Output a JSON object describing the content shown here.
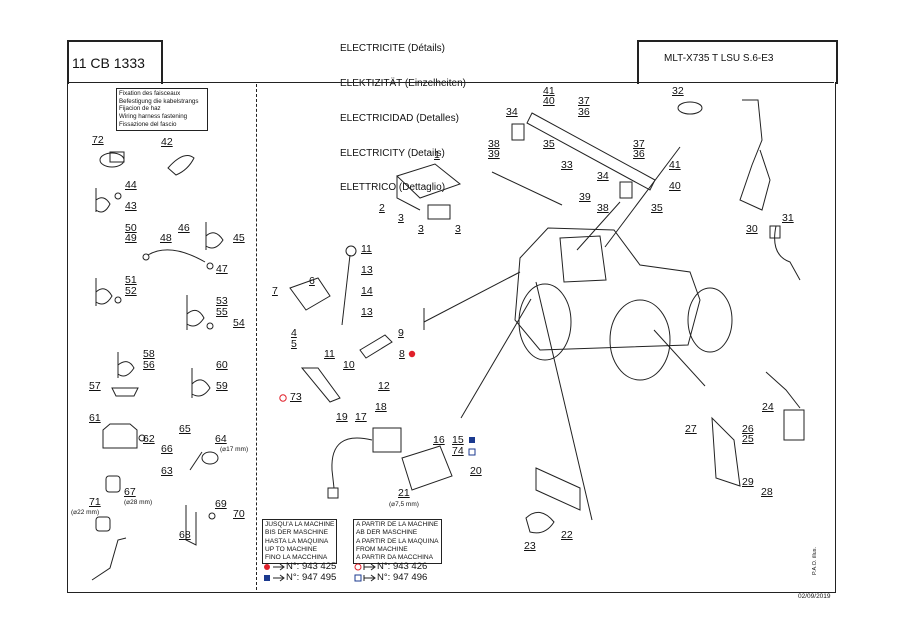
{
  "header": {
    "lang_lines": [
      "ELECTRICITE (Détails)",
      "ELEKTIZITÄT (Einzelheiten)",
      "ELECTRICIDAD (Detalles)",
      "ELECTRICITY (Details)",
      "ELETTRICO (Dettaglio)"
    ],
    "ref": "11 CB 1333",
    "model": "MLT-X735 T LSU S.6-E3"
  },
  "fixation_legend": [
    "Fixation des faisceaux",
    "Befestigung die kabelstrangs",
    "Fijacion de haz",
    "Wiring harness fastening",
    "Fissazione del fascio"
  ],
  "until_legend": [
    "JUSQU'A LA MACHINE",
    "BIS DER MASCHINE",
    "HASTA LA MAQUINA",
    "UP TO MACHINE",
    "FINO LA MACCHINA"
  ],
  "from_legend": [
    "A PARTIR DE LA MACHINE",
    "AB DER MASCHINE",
    "A PARTIR DE LA MAQUINA",
    "FROM MACHINE",
    "A PARTIR DA MACCHINA"
  ],
  "serials": {
    "until_red": "N°: 943 425",
    "until_blue": "N°: 947 495",
    "from_red": "N°: 943 426",
    "from_blue": "N°: 947 496"
  },
  "dim_labels": {
    "d17": "(⌀17 mm)",
    "d28": "(⌀28 mm)",
    "d22": "(⌀22 mm)",
    "d75": "(⌀7,5 mm)"
  },
  "footer": {
    "date": "02/09/2019",
    "author": "P.A.O. illus."
  },
  "callouts": [
    {
      "id": "c72",
      "label": "72"
    },
    {
      "id": "c42",
      "label": "42"
    },
    {
      "id": "c44",
      "label": "44"
    },
    {
      "id": "c43",
      "label": "43"
    },
    {
      "id": "c50",
      "label": "50"
    },
    {
      "id": "c49",
      "label": "49"
    },
    {
      "id": "c46",
      "label": "46"
    },
    {
      "id": "c48",
      "label": "48"
    },
    {
      "id": "c45",
      "label": "45"
    },
    {
      "id": "c47",
      "label": "47"
    },
    {
      "id": "c51",
      "label": "51"
    },
    {
      "id": "c52",
      "label": "52"
    },
    {
      "id": "c53",
      "label": "53"
    },
    {
      "id": "c55",
      "label": "55"
    },
    {
      "id": "c54",
      "label": "54"
    },
    {
      "id": "c58",
      "label": "58"
    },
    {
      "id": "c56",
      "label": "56"
    },
    {
      "id": "c60",
      "label": "60"
    },
    {
      "id": "c57",
      "label": "57"
    },
    {
      "id": "c59",
      "label": "59"
    },
    {
      "id": "c61",
      "label": "61"
    },
    {
      "id": "c62",
      "label": "62"
    },
    {
      "id": "c65",
      "label": "65"
    },
    {
      "id": "c66",
      "label": "66"
    },
    {
      "id": "c64",
      "label": "64"
    },
    {
      "id": "c63",
      "label": "63"
    },
    {
      "id": "c67",
      "label": "67"
    },
    {
      "id": "c71",
      "label": "71"
    },
    {
      "id": "c69",
      "label": "69"
    },
    {
      "id": "c70",
      "label": "70"
    },
    {
      "id": "c68",
      "label": "68"
    },
    {
      "id": "c1",
      "label": "1"
    },
    {
      "id": "c2",
      "label": "2"
    },
    {
      "id": "c3a",
      "label": "3"
    },
    {
      "id": "c3b",
      "label": "3"
    },
    {
      "id": "c3c",
      "label": "3"
    },
    {
      "id": "c11a",
      "label": "11"
    },
    {
      "id": "c13a",
      "label": "13"
    },
    {
      "id": "c6",
      "label": "6"
    },
    {
      "id": "c7",
      "label": "7"
    },
    {
      "id": "c14",
      "label": "14"
    },
    {
      "id": "c13b",
      "label": "13"
    },
    {
      "id": "c4",
      "label": "4"
    },
    {
      "id": "c5",
      "label": "5"
    },
    {
      "id": "c9",
      "label": "9"
    },
    {
      "id": "c11b",
      "label": "11"
    },
    {
      "id": "c10",
      "label": "10"
    },
    {
      "id": "c8",
      "label": "8"
    },
    {
      "id": "c12",
      "label": "12"
    },
    {
      "id": "c73",
      "label": "73"
    },
    {
      "id": "c19",
      "label": "19"
    },
    {
      "id": "c17",
      "label": "17"
    },
    {
      "id": "c18",
      "label": "18"
    },
    {
      "id": "c16",
      "label": "16"
    },
    {
      "id": "c15",
      "label": "15"
    },
    {
      "id": "c74",
      "label": "74"
    },
    {
      "id": "c20",
      "label": "20"
    },
    {
      "id": "c21",
      "label": "21"
    },
    {
      "id": "c41a",
      "label": "41"
    },
    {
      "id": "c40a",
      "label": "40"
    },
    {
      "id": "c34a",
      "label": "34"
    },
    {
      "id": "c37a",
      "label": "37"
    },
    {
      "id": "c36a",
      "label": "36"
    },
    {
      "id": "c38a",
      "label": "38"
    },
    {
      "id": "c39a",
      "label": "39"
    },
    {
      "id": "c35a",
      "label": "35"
    },
    {
      "id": "c33",
      "label": "33"
    },
    {
      "id": "c37b",
      "label": "37"
    },
    {
      "id": "c36b",
      "label": "36"
    },
    {
      "id": "c41b",
      "label": "41"
    },
    {
      "id": "c34b",
      "label": "34"
    },
    {
      "id": "c40b",
      "label": "40"
    },
    {
      "id": "c39b",
      "label": "39"
    },
    {
      "id": "c38b",
      "label": "38"
    },
    {
      "id": "c35b",
      "label": "35"
    },
    {
      "id": "c32",
      "label": "32"
    },
    {
      "id": "c31",
      "label": "31"
    },
    {
      "id": "c30",
      "label": "30"
    },
    {
      "id": "c24",
      "label": "24"
    },
    {
      "id": "c27",
      "label": "27"
    },
    {
      "id": "c26",
      "label": "26"
    },
    {
      "id": "c25",
      "label": "25"
    },
    {
      "id": "c29",
      "label": "29"
    },
    {
      "id": "c28",
      "label": "28"
    },
    {
      "id": "c22",
      "label": "22"
    },
    {
      "id": "c23",
      "label": "23"
    }
  ]
}
